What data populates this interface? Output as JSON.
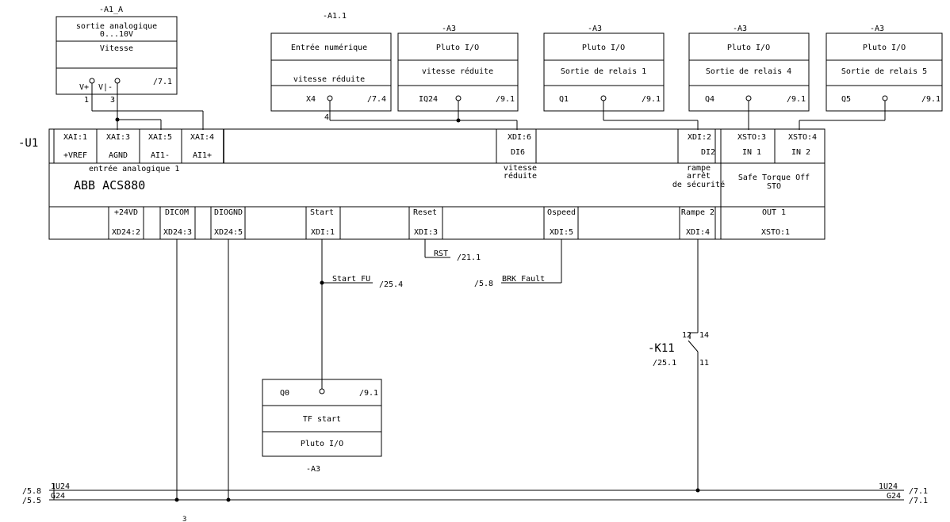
{
  "a1a": {
    "ref": "-A1_A",
    "line1": "sortie analogique",
    "line2": "0...10V",
    "name": "Vitesse",
    "pin_vplus": "V+",
    "pin_vminus": "V|-",
    "page_ref": "/7.1",
    "wire1": "1",
    "wire3": "3"
  },
  "a11": {
    "ref": "-A1.1",
    "title": "Entrée numérique",
    "name": "vitesse réduite",
    "pin": "X4",
    "page_ref": "/7.4",
    "wire": "4"
  },
  "a3_boxes": [
    {
      "ref": "-A3",
      "title": "Pluto I/O",
      "name": "vitesse réduite",
      "pin": "IQ24",
      "page_ref": "/9.1"
    },
    {
      "ref": "-A3",
      "title": "Pluto I/O",
      "name": "Sortie de relais 1",
      "pin": "Q1",
      "page_ref": "/9.1"
    },
    {
      "ref": "-A3",
      "title": "Pluto I/O",
      "name": "Sortie de relais 4",
      "pin": "Q4",
      "page_ref": "/9.1"
    },
    {
      "ref": "-A3",
      "title": "Pluto I/O",
      "name": "Sortie de relais 5",
      "pin": "Q5",
      "page_ref": "/9.1"
    }
  ],
  "u1": {
    "ref": "-U1",
    "name": "ABB  ACS880",
    "analog_label": "entrée analogique 1",
    "xai": [
      {
        "id": "XAI:1",
        "sig": "+VREF"
      },
      {
        "id": "XAI:3",
        "sig": "AGND"
      },
      {
        "id": "XAI:5",
        "sig": "AI1-"
      },
      {
        "id": "XAI:4",
        "sig": "AI1+"
      }
    ],
    "xdi6": {
      "id": "XDI:6",
      "sig": "DI6",
      "label1": "vitesse",
      "label2": "réduite"
    },
    "xdi2": {
      "id": "XDI:2",
      "sig": "DI2",
      "label1": "rampe",
      "label2": "arrêt",
      "label3": "de sécurité"
    },
    "xsto": [
      {
        "id": "XSTO:3",
        "sig": "IN 1"
      },
      {
        "id": "XSTO:4",
        "sig": "IN 2"
      }
    ],
    "sto_label1": "Safe Torque Off",
    "sto_label2": "STO",
    "bottom": [
      {
        "top": "+24VD",
        "bot": "XD24:2"
      },
      {
        "top": "DICOM",
        "bot": "XD24:3"
      },
      {
        "top": "DIOGND",
        "bot": "XD24:5"
      },
      {
        "top": "Start",
        "bot": "XDI:1"
      },
      {
        "top": "Reset",
        "bot": "XDI:3"
      },
      {
        "top": "Ospeed",
        "bot": "XDI:5"
      },
      {
        "top": "Rampe 2",
        "bot": "XDI:4"
      },
      {
        "top": "OUT 1",
        "bot": "XSTO:1"
      }
    ]
  },
  "signals": {
    "rst": "RST",
    "rst_ref": "/21.1",
    "startfu": "Start FU",
    "startfu_ref": "/25.4",
    "brk": "BRK Fault",
    "brk_ref": "/5.8"
  },
  "k11": {
    "ref": "-K11",
    "page_ref": "/25.1",
    "p12": "12",
    "p14": "14",
    "p11": "11"
  },
  "a3_bottom": {
    "pin": "Q0",
    "page_ref": "/9.1",
    "name": "TF start",
    "title": "Pluto I/O",
    "ref": "-A3"
  },
  "rails": {
    "r1": "1U24",
    "r2": "G24",
    "l1": "/5.8",
    "l2": "/5.5",
    "rr1": "/7.1",
    "rr2": "/7.1",
    "bottom_num": "3"
  }
}
